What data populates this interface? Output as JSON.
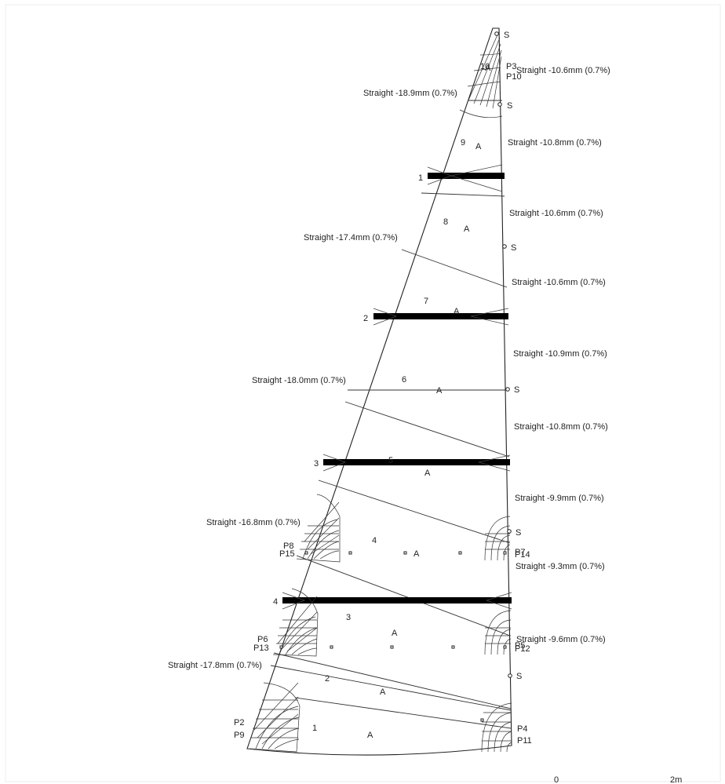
{
  "diagram": {
    "panel_numbers": [
      "10",
      "9",
      "8",
      "7",
      "6",
      "5",
      "4",
      "3",
      "2",
      "1"
    ],
    "panel_marker": "A",
    "batten_numbers": [
      "1",
      "2",
      "3",
      "4"
    ],
    "seam_marks": [
      "S",
      "S",
      "S",
      "S",
      "S",
      "S"
    ],
    "point_labels": [
      "P3",
      "P10",
      "P8",
      "P15",
      "P7",
      "P14",
      "P6",
      "P13",
      "P5",
      "P12",
      "P2",
      "P9",
      "P4",
      "P11"
    ],
    "left_seam_notes": [
      "Straight -18.9mm (0.7%)",
      "Straight -17.4mm (0.7%)",
      "Straight -18.0mm (0.7%)",
      "Straight -16.8mm (0.7%)",
      "Straight -17.8mm (0.7%)"
    ],
    "right_seam_notes": [
      "Straight -10.6mm (0.7%)",
      "Straight -10.8mm (0.7%)",
      "Straight -10.6mm (0.7%)",
      "Straight -10.6mm (0.7%)",
      "Straight -10.9mm (0.7%)",
      "Straight -10.8mm (0.7%)",
      "Straight -9.9mm (0.7%)",
      "Straight -9.3mm (0.7%)",
      "Straight -9.6mm (0.7%)"
    ],
    "scale": {
      "start_label": "0",
      "end_label": "2m"
    }
  }
}
